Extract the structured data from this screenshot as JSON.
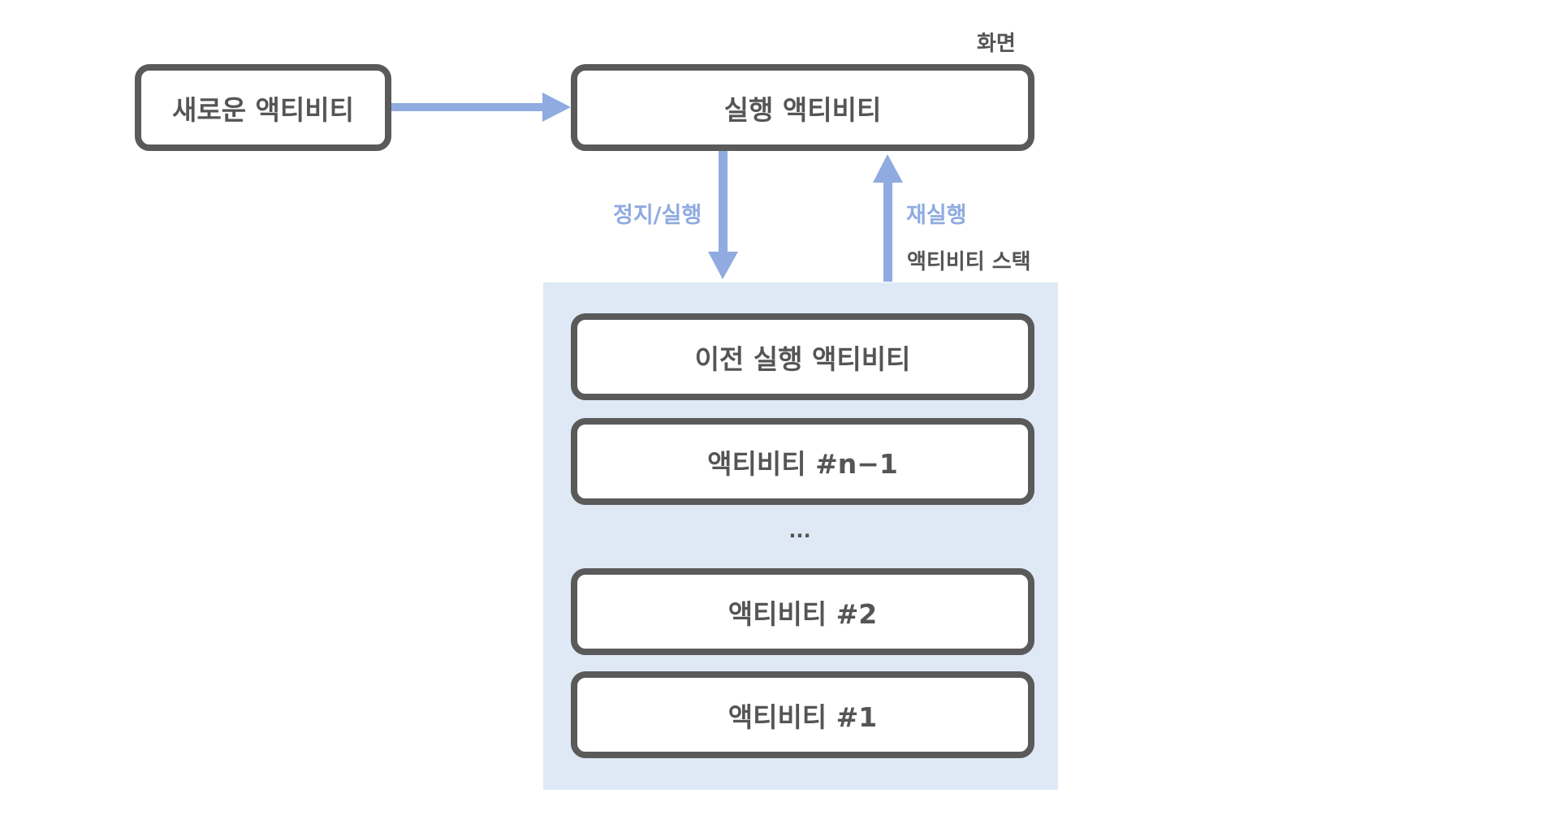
{
  "screen_label": "화면",
  "stack_label": "액티비티 스택",
  "nodes": {
    "new_activity": "새로운 액티비티",
    "running_activity": "실행 액티비티",
    "prev_running_activity": "이전 실행 액티비티",
    "activity_n_minus_1": "액티비티 #n−1",
    "ellipsis": "...",
    "activity_2": "액티비티 #2",
    "activity_1": "액티비티 #1"
  },
  "edges": {
    "pause_label": "정지/실행",
    "resume_label": "재실행"
  },
  "colors": {
    "box_border": "#5a5a5a",
    "text_dark": "#555555",
    "arrow_blue": "#8fabe0",
    "stack_background": "#dfe9f5"
  }
}
